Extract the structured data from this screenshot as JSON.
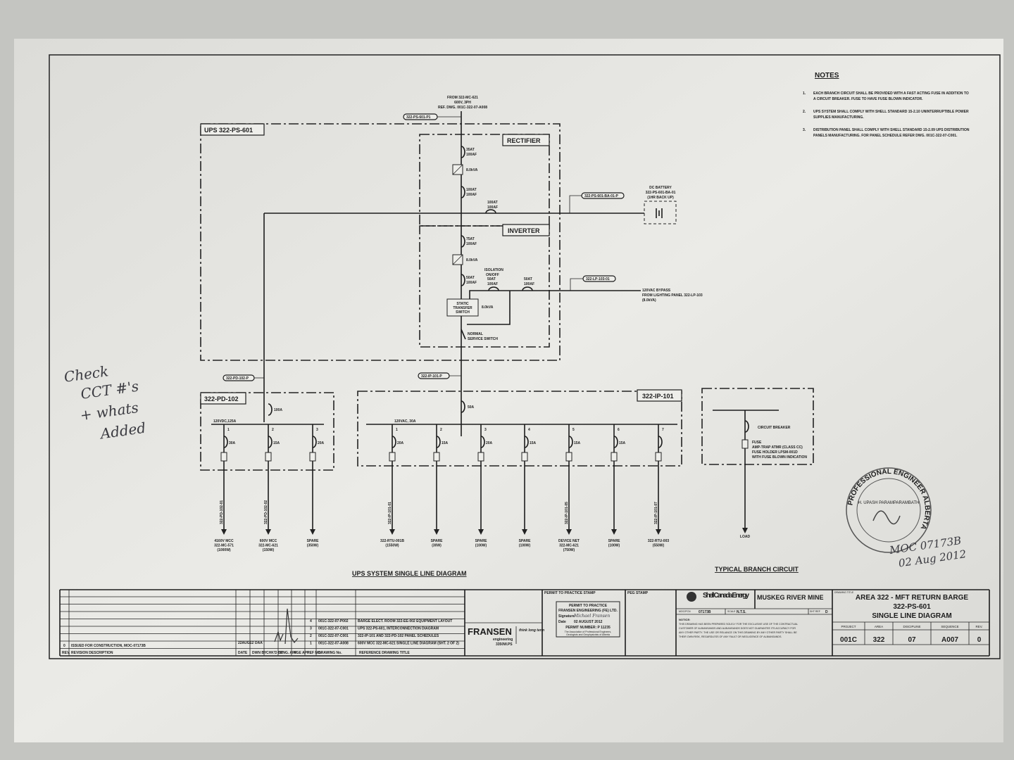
{
  "notes": {
    "title": "NOTES",
    "items": [
      {
        "num": "1.",
        "line1": "EACH BRANCH CIRCUIT SHALL BE PROVIDED WITH A FAST ACTING FUSE IN ADDITION TO",
        "line2": "A CIRCUIT BREAKER. FUSE TO HAVE FUSE BLOWN INDICATOR."
      },
      {
        "num": "2.",
        "line1": "UPS SYSTEM SHALL COMPLY WITH SHELL STANDARD 15-2.10 UNINTERRUPTIBLE POWER",
        "line2": "SUPPLIES MANUFACTURING."
      },
      {
        "num": "3.",
        "line1": "DISTRIBUTION PANEL SHALL COMPLY WITH SHELL STANDARD 15-2.09 UPS DISTRIBUTION",
        "line2": "PANELS MANUFACTURING. FOR PANEL SCHEDULE REFER DWG. 001C-322-07-C001."
      }
    ]
  },
  "ups": {
    "box_label": "UPS 322-PS-601",
    "source": [
      "FROM 322-MC-621",
      "600V, 3PH",
      "REF. DWG. 001C-322-07-A008"
    ],
    "input_tag": "322-PS-601-P1",
    "rectifier_label": "RECTIFIER",
    "inverter_label": "INVERTER",
    "rect_breaker1": [
      "35AT",
      "100AF"
    ],
    "rect_kva": "8.0kVA",
    "rect_breaker2": [
      "100AT",
      "100AF"
    ],
    "dc_breaker": [
      "100AT",
      "100AF"
    ],
    "battery_tag": "322-PS-601-BA-01-P",
    "battery_label": [
      "DC BATTERY",
      "322-PS-601-BA-01",
      "(1HR BACK UP)"
    ],
    "inv_breaker1": [
      "75AT",
      "100AF"
    ],
    "inv_kva": "8.0kVA",
    "inv_breaker2": [
      "50AT",
      "100AF"
    ],
    "isolation": [
      "ISOLATION",
      "ON/OFF",
      "50AT",
      "100AF"
    ],
    "bypass_breaker": [
      "50AT",
      "100AF"
    ],
    "bypass_tag": "322-LP-103-01",
    "bypass_label": [
      "120VAC BYPASS",
      "FROM LIGHTING PANEL 322-LP-103",
      "(8.0kVA)"
    ],
    "sts": [
      "STATIC",
      "TRANSFER",
      "SWITCH"
    ],
    "sts_kva": "8.0kVA",
    "service_switch": [
      "NORMAL",
      "SERVICE SWITCH"
    ]
  },
  "pd102": {
    "tag": "322-PD-102-P",
    "label": "322-PD-102",
    "main_breaker": "100A",
    "bus": "120VDC,125A",
    "branches": [
      {
        "num": "1",
        "rating": "30A",
        "cable": "322-PD-102-01",
        "load": [
          "4160V MCC",
          "322-MC-571",
          "(1000W)"
        ]
      },
      {
        "num": "2",
        "rating": "15A",
        "cable": "322-PD-102-02",
        "load": [
          "600V MCC",
          "322-MC-621",
          "(150W)"
        ]
      },
      {
        "num": "3",
        "rating": "20A",
        "cable": "",
        "load": [
          "SPARE",
          "(350W)"
        ]
      }
    ]
  },
  "ip101": {
    "tag": "322-IP-101-P",
    "label": "322-IP-101",
    "main_breaker": "50A",
    "bus": "120VAC, 30A",
    "branches": [
      {
        "num": "1",
        "rating": "20A",
        "cable": "322-IP-101-01",
        "load": [
          "322-RTU-001B",
          "(1550W)"
        ]
      },
      {
        "num": "2",
        "rating": "15A",
        "cable": "",
        "load": [
          "SPARE",
          "(30W)"
        ]
      },
      {
        "num": "3",
        "rating": "20A",
        "cable": "",
        "load": [
          "SPARE",
          "(100W)"
        ]
      },
      {
        "num": "4",
        "rating": "15A",
        "cable": "",
        "load": [
          "SPARE",
          "(100W)"
        ]
      },
      {
        "num": "5",
        "rating": "15A",
        "cable": "322-IP-101-05",
        "load": [
          "DEVICE NET",
          "322-MC-621",
          "(750W)"
        ]
      },
      {
        "num": "6",
        "rating": "15A",
        "cable": "",
        "load": [
          "SPARE",
          "(100W)"
        ]
      },
      {
        "num": "7",
        "rating": "",
        "cable": "322-IP-101-07",
        "load": [
          "322-RTU-003",
          "(550W)"
        ]
      }
    ]
  },
  "diagram_title": "UPS SYSTEM SINGLE LINE DIAGRAM",
  "typical": {
    "title": "TYPICAL BRANCH CIRCUIT",
    "breaker": "CIRCUIT BREAKER",
    "fuse": [
      "FUSE",
      "AMP-TRAP ATMR (CLASS CC)",
      "FUSE HOLDER LPSM-001D",
      "WITH FUSE BLOWN INDICATION"
    ],
    "load": "LOAD"
  },
  "handwriting": {
    "note": [
      "Check",
      "CCT #'s",
      "+ whats",
      "Added"
    ],
    "moc": [
      "MOC 07173B",
      "02 Aug 2012"
    ]
  },
  "stamp": {
    "ring": "PROFESSIONAL ENGINEER ALBERTA",
    "name": "H. UPASH PARAMPARAMBATH"
  },
  "title_block": {
    "revisions": [
      {
        "rev": "0",
        "description": "ISSUED FOR CONSTRUCTION, MOC-07173B",
        "date": "22AUG12",
        "by": "DAA"
      }
    ],
    "rev_headers": [
      "REV.",
      "REVISION DESCRIPTION",
      "DATE",
      "DWN BY",
      "CHK'D BY",
      "ENG. APP",
      "AGE APP"
    ],
    "references": [
      {
        "num": "4",
        "dwg": "001C-322-07-P002",
        "title": "BARGE ELECT. ROOM 322-EE-002 EQUIPMENT LAYOUT"
      },
      {
        "num": "3",
        "dwg": "001C-322-07-C001",
        "title": "UPS 322-PS-601, INTERCONNECTION DIAGRAM"
      },
      {
        "num": "2",
        "dwg": "001C-322-07-C001",
        "title": "322-IP-101 AND 322-PD-102 PANEL SCHEDULES"
      },
      {
        "num": "1",
        "dwg": "001C-322-07-A008",
        "title": "600V MCC 322-MC-621 SINGLE LINE DIAGRAM (SHT. 2 OF 2)"
      }
    ],
    "ref_headers": [
      "REF NO.",
      "DRAWING No.",
      "REFERENCE DRAWING TITLE"
    ],
    "company": "FRANSEN",
    "company_sub": "engineering",
    "company_job": "3350W.PS",
    "tagline": "think long term",
    "permit_stamp_label": "PERMIT TO PRACTICE STAMP",
    "permit": {
      "title": "PERMIT TO PRACTICE",
      "firm": "FRANSEN ENGINEERING (FE) LTD.",
      "signature_label": "Signature",
      "signature": "Michael Fransen",
      "date_label": "Date",
      "date": "02 AUGUST 2012",
      "number": "PERMIT NUMBER: P 11235",
      "assoc": [
        "The Association of Professional Engineers,",
        "Geologists and Geophysicists of Alberta"
      ]
    },
    "seal_label": "PEG STAMP",
    "client": "Shell Canada Energy",
    "site": "MUSKEG RIVER MINE",
    "moc_label": "MOC/PCN",
    "moc": "07173B",
    "scale_label": "SCALE",
    "scale": "N.T.S.",
    "sheet_label": "SHT REF",
    "sheet": "D",
    "notice_title": "NOTICE:",
    "notice": [
      "THIS DRAWING HAS BEEN PREPARED SOLELY FOR THE EXCLUSIVE USE OF THE CONTRACTUAL",
      "CUSTOMER OF ALBIANSANDS AND ALBIANSANDS DOES NOT GUARANTEE ITS ACCURACY FOR",
      "ANY OTHER PARTY. THE USE OR RELIANCE ON THIS DRAWING BY ANY OTHER PARTY SHALL BE",
      "THEIR OWN RISK, REGARDLESS OF ANY FAULT OR NEGLIGENCE OF ALBIANSANDS."
    ],
    "drawing_title_label": "DRAWING TITLE",
    "title_lines": [
      "AREA 322 - MFT RETURN BARGE",
      "322-PS-601",
      "SINGLE LINE DIAGRAM"
    ],
    "number_headers": [
      "PROJECT",
      "AREA",
      "DISCIPLINE",
      "SEQUENCE",
      "REV."
    ],
    "number_values": [
      "001C",
      "322",
      "07",
      "A007",
      "0"
    ]
  }
}
